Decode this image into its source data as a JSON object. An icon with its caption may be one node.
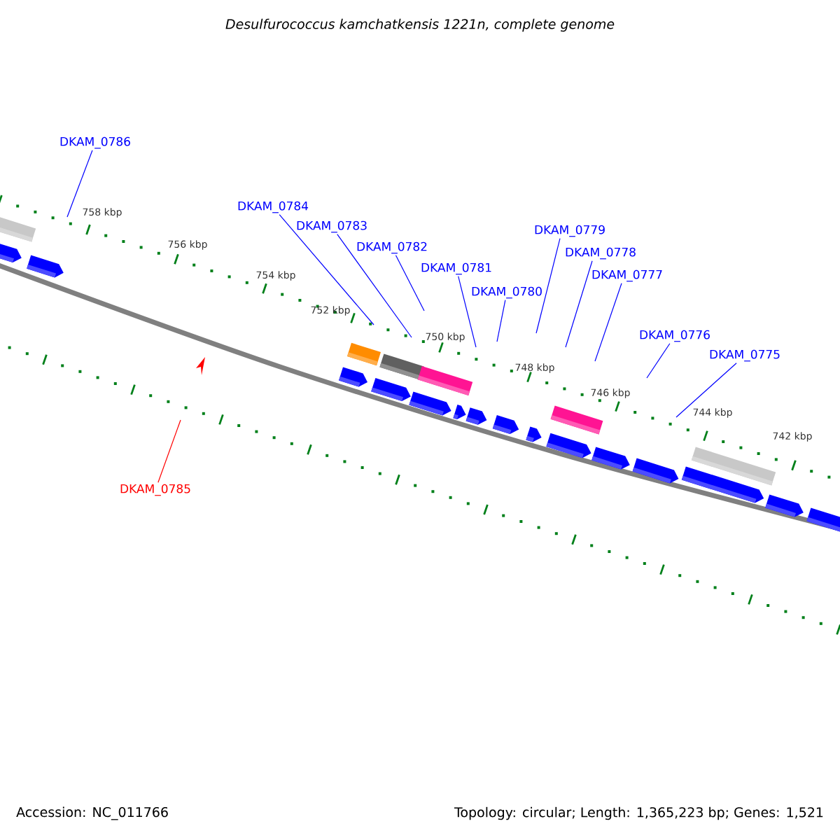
{
  "diagram": {
    "title": "Desulfurococcus kamchatkensis 1221n, complete genome",
    "nodes": [
      {
        "text": [
          "DKAM_0786"
        ]
      },
      {
        "text": [
          "DKAM_0784"
        ]
      },
      {
        "text": [
          "DKAM_0783"
        ]
      },
      {
        "text": [
          "DKAM_0782"
        ]
      },
      {
        "text": [
          "DKAM_0781"
        ]
      },
      {
        "text": [
          "DKAM_0780"
        ]
      },
      {
        "text": [
          "DKAM_0779"
        ]
      },
      {
        "text": [
          "DKAM_0778"
        ]
      },
      {
        "text": [
          "DKAM_0777"
        ]
      },
      {
        "text": [
          "DKAM_0776"
        ]
      },
      {
        "text": [
          "DKAM_0775"
        ]
      },
      {
        "text": [
          "DKAM_0785"
        ]
      }
    ],
    "edges": [
      {
        "from": 0,
        "to": null,
        "arrow": "none"
      },
      {
        "from": 1,
        "to": null,
        "arrow": "none"
      },
      {
        "from": 2,
        "to": null,
        "arrow": "none"
      },
      {
        "from": 3,
        "to": null,
        "arrow": "none"
      },
      {
        "from": 4,
        "to": null,
        "arrow": "none"
      },
      {
        "from": 5,
        "to": null,
        "arrow": "none"
      },
      {
        "from": 6,
        "to": null,
        "arrow": "none"
      },
      {
        "from": 7,
        "to": null,
        "arrow": "none"
      },
      {
        "from": 8,
        "to": null,
        "arrow": "none"
      },
      {
        "from": 9,
        "to": null,
        "arrow": "none"
      },
      {
        "from": 10,
        "to": null,
        "arrow": "none"
      },
      {
        "from": 11,
        "to": null,
        "arrow": "none",
        "color": "#ff0000"
      }
    ],
    "labels": [
      "758 kbp",
      "756 kbp",
      "754 kbp",
      "752 kbp",
      "750 kbp",
      "748 kbp",
      "746 kbp",
      "744 kbp",
      "742 kbp",
      "Accession: NC_011766",
      "Topology: circular; Length: 1,365,223 bp; Genes: 1,521"
    ]
  }
}
